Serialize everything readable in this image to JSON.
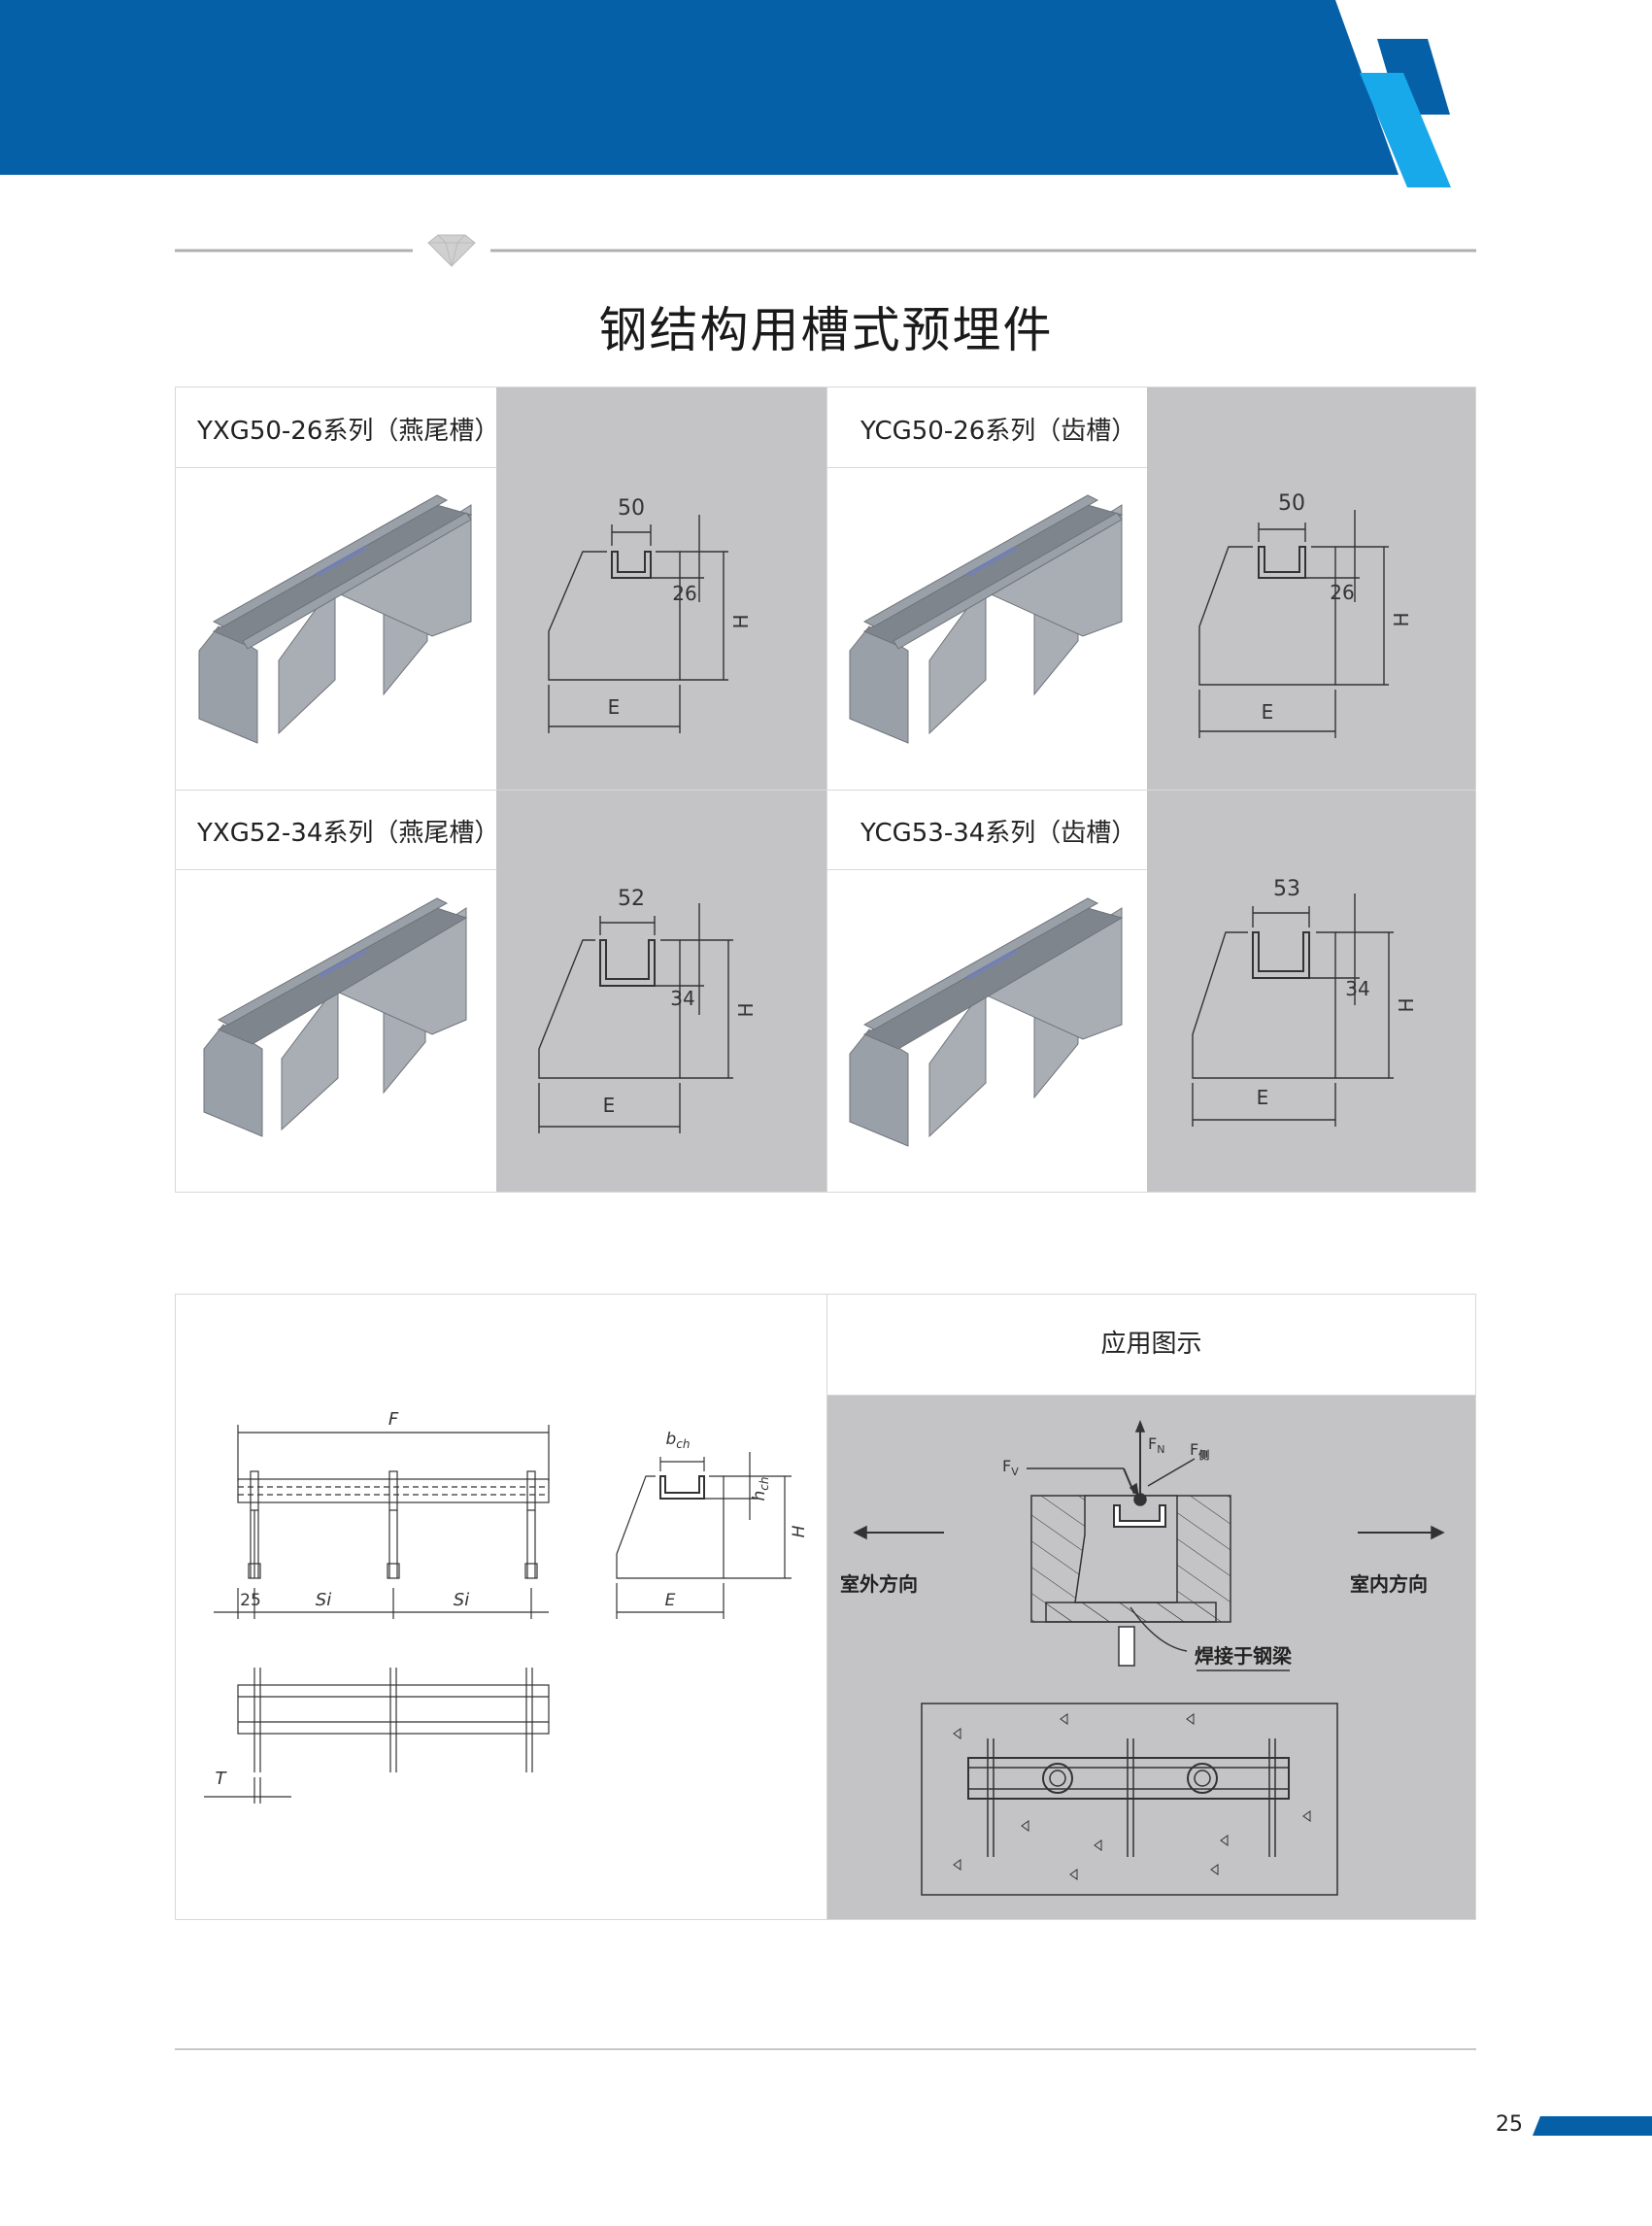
{
  "page": {
    "title": "钢结构用槽式预埋件",
    "page_number": "25",
    "colors": {
      "brand_blue": "#0560a8",
      "accent_cyan": "#18a9ea",
      "panel_gray": "#c4c4c6"
    }
  },
  "products": [
    {
      "name": "YXG50-26系列（燕尾槽）",
      "width": "50",
      "depth": "26"
    },
    {
      "name": "YCG50-26系列（齿槽）",
      "width": "50",
      "depth": "26"
    },
    {
      "name": "YXG52-34系列（燕尾槽）",
      "width": "52",
      "depth": "34"
    },
    {
      "name": "YCG53-34系列（齿槽）",
      "width": "53",
      "depth": "34"
    }
  ],
  "dims": {
    "H": "H",
    "E": "E",
    "F": "F",
    "Si": "Si",
    "T": "T",
    "offset": "25",
    "bch": "b",
    "bch_sub": "ch",
    "hch": "h",
    "hch_sub": "ch"
  },
  "application": {
    "header": "应用图示",
    "outdoor": "室外方向",
    "indoor": "室内方向",
    "weld": "焊接于钢梁",
    "fn": "F",
    "fn_sub": "N",
    "fv": "F",
    "fv_sub": "V",
    "fs": "F",
    "fs_sub": "侧"
  }
}
